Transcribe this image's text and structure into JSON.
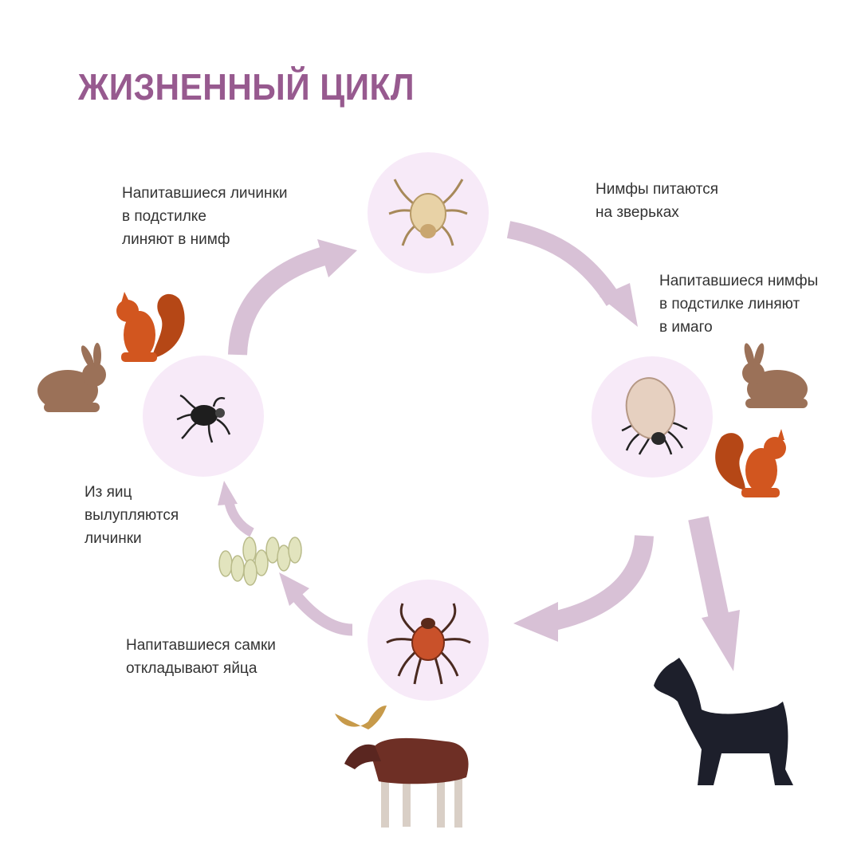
{
  "title": "ЖИЗНЕННЫЙ ЦИКЛ",
  "labels": {
    "larvae_molt": "Напитавшиеся личинки\nв подстилке\nлиняют в нимф",
    "nymphs_feed": "Нимфы питаются\nна зверьках",
    "nymphs_molt": "Напитавшиеся нимфы\nв подстилке линяют\nв имаго",
    "eggs_hatch": "Из яиц\nвылупляются\nличинки",
    "females_lay": "Напитавшиеся самки\nоткладывают яйца"
  },
  "colors": {
    "title": "#975a8f",
    "arrow": "#d8c1d6",
    "circle": "#f7eaf8",
    "text": "#333333"
  }
}
